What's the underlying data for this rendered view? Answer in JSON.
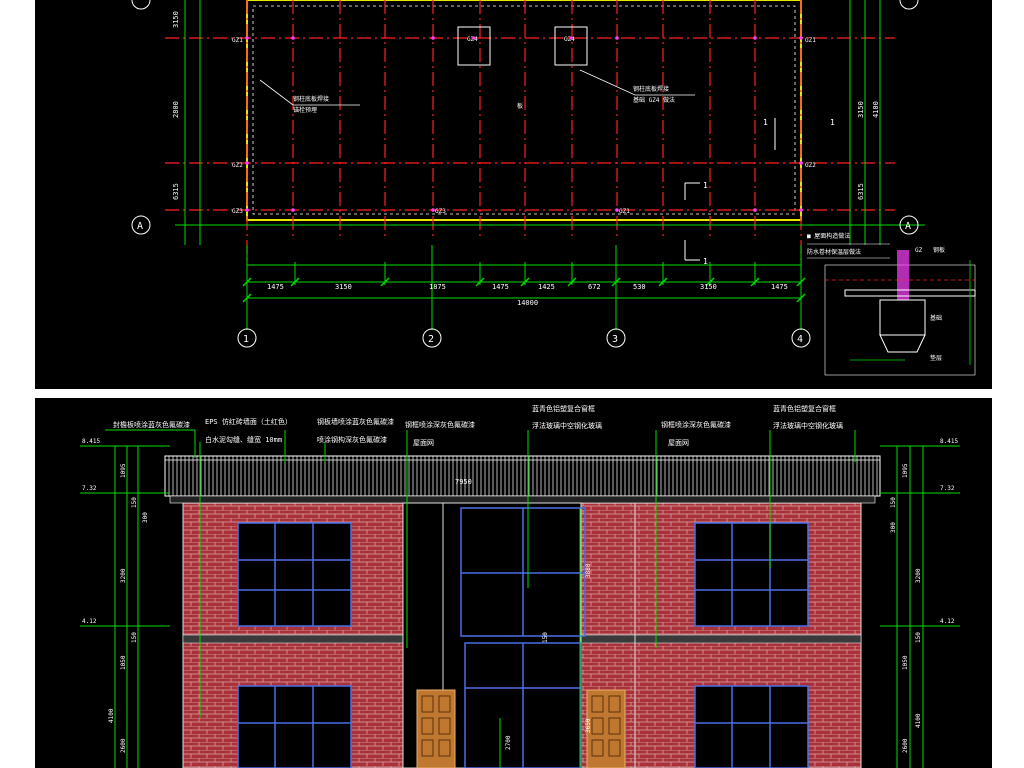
{
  "plan": {
    "axes": [
      "1",
      "2",
      "3",
      "4"
    ],
    "row_axis": "A",
    "dim_segments": [
      "1475",
      "3150",
      "1875",
      "1475",
      "1425",
      "672",
      "530",
      "3150",
      "1475"
    ],
    "total_dim": "14000",
    "left_dims": [
      "3150",
      "2800",
      "6315"
    ],
    "right_dims": [
      "3150",
      "4100",
      "6315"
    ],
    "column_tags": [
      "GZ1",
      "GZ2",
      "GZ3",
      "GZ1",
      "GZ2",
      "GZ3",
      "GZ1"
    ],
    "box_labels": [
      "GZ4",
      "GZ4"
    ],
    "section_marks": [
      "1",
      "1"
    ],
    "legend_title": "■ 屋面构造做法",
    "legend_line": "防水卷材保温层做法",
    "center_mark": "板",
    "detail_labels": [
      "GZ",
      "钢板",
      "基础",
      "垫层"
    ]
  },
  "elevation": {
    "material_labels": [
      "封檐板喷涂蓝灰色氟碳漆",
      "EPS 仿红砖墙面（土红色）",
      "白水泥勾缝、缝宽 10mm",
      "钢板墙喷涂蓝灰色氟碳漆",
      "喷涂钢构深灰色氟碳漆",
      "钢框喷涂深灰色氟碳漆",
      "蓝青色铝塑复合窗框",
      "蓝青色铝塑复合窗框",
      "钢框喷涂深灰色氟碳漆",
      "屋面网",
      "屋面网",
      "浮法玻璃中空钢化玻璃",
      "浮法玻璃中空钢化玻璃"
    ],
    "left_levels": [
      "8.415",
      "7.32",
      "4.12"
    ],
    "right_levels": [
      "8.415",
      "7.32",
      "4.12"
    ],
    "left_dims": [
      "1095",
      "150",
      "300",
      "3200",
      "1050",
      "150",
      "4100",
      "2600"
    ],
    "right_dims": [
      "1095",
      "150",
      "300",
      "3200",
      "1050",
      "150",
      "4100",
      "2600"
    ],
    "center_dims": [
      "3880",
      "150",
      "3650",
      "2700"
    ],
    "parapet_dim": "7950"
  },
  "colors": {
    "background": "#000000",
    "grid_red": "#ff2020",
    "dim_green": "#00dd00",
    "wall_yellow": "#e6e600",
    "brick": "#a8313a",
    "mortar": "#d9a0a0",
    "window_frame": "#4a6fe8",
    "door": "#c07830"
  }
}
